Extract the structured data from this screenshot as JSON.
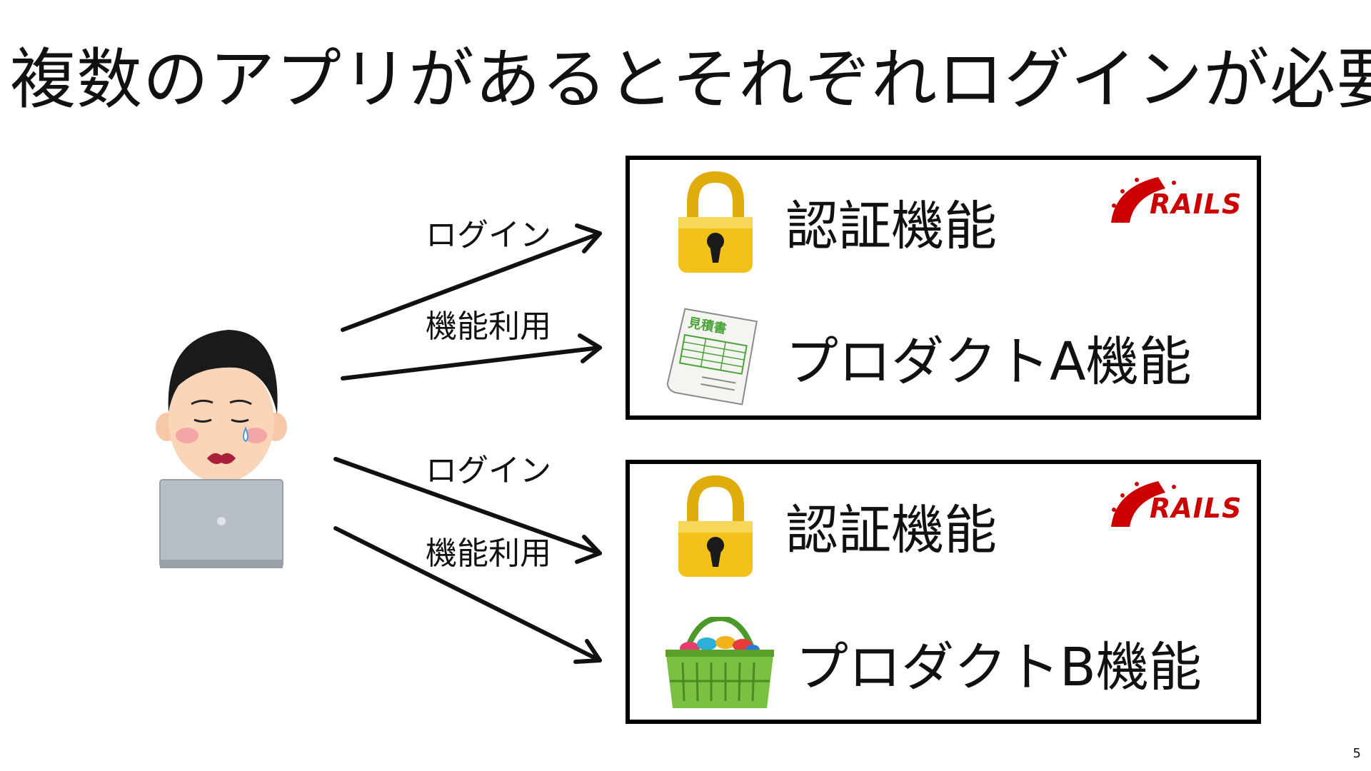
{
  "title": "複数のアプリがあるとそれぞれログインが必要",
  "page_number": "5",
  "colors": {
    "border": "#000000",
    "rails_red": "#cc0000",
    "lock_gold": "#f2c21a",
    "basket_green": "#7ac142"
  },
  "arrows": [
    {
      "label": "ログイン"
    },
    {
      "label": "機能利用"
    },
    {
      "label": "ログイン"
    },
    {
      "label": "機能利用"
    }
  ],
  "apps": [
    {
      "rails_label": "RAILS",
      "auth_label": "認証機能",
      "product_label": "プロダクトA機能",
      "auth_icon": "lock-icon",
      "product_icon": "estimate-document-icon",
      "doc_heading": "見積書"
    },
    {
      "rails_label": "RAILS",
      "auth_label": "認証機能",
      "product_label": "プロダクトB機能",
      "auth_icon": "lock-icon",
      "product_icon": "shopping-basket-icon"
    }
  ],
  "person_icon": "worried-user-with-laptop-icon"
}
